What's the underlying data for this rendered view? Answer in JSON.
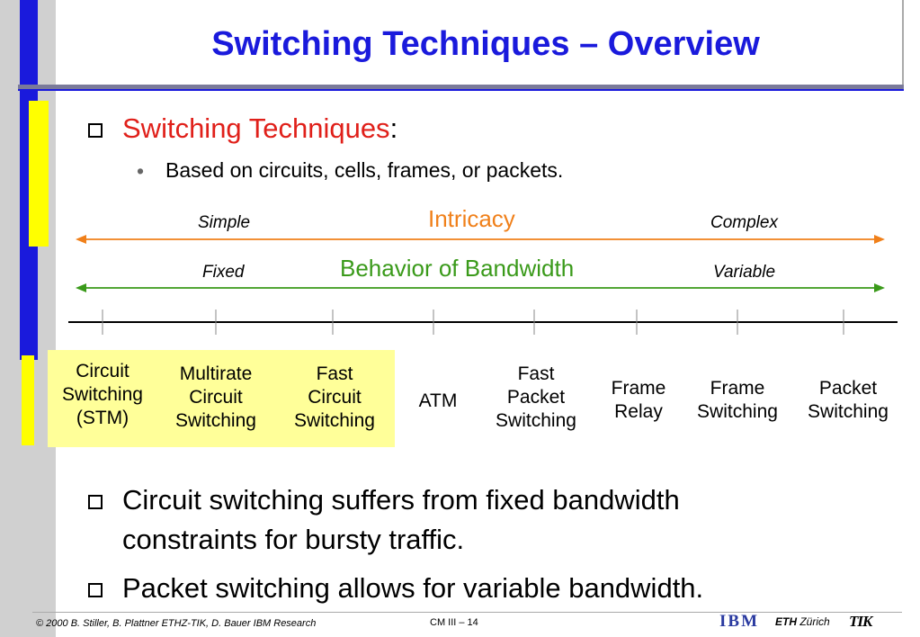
{
  "title": "Switching Techniques – Overview",
  "heading": {
    "red": "Switching Techniques",
    "suffix": ":"
  },
  "sub_bullet": {
    "marker": "•",
    "text": "Based on circuits, cells, frames, or packets."
  },
  "scale1": {
    "left": "Simple",
    "center": "Intricacy",
    "right": "Complex",
    "color": "#f0801a"
  },
  "scale2": {
    "left": "Fixed",
    "center": "Behavior of Bandwidth",
    "right": "Variable",
    "color": "#3a9a1a"
  },
  "techniques": [
    {
      "lines": [
        "Circuit",
        "Switching",
        "(STM)"
      ]
    },
    {
      "lines": [
        "Multirate",
        "Circuit",
        "Switching"
      ]
    },
    {
      "lines": [
        "Fast",
        "Circuit",
        "Switching"
      ]
    },
    {
      "lines": [
        "ATM"
      ]
    },
    {
      "lines": [
        "Fast",
        "Packet",
        "Switching"
      ]
    },
    {
      "lines": [
        "Frame",
        "Relay"
      ]
    },
    {
      "lines": [
        "Frame",
        "Switching"
      ]
    },
    {
      "lines": [
        "Packet",
        "Switching"
      ]
    }
  ],
  "bullets": [
    {
      "line1": "Circuit switching suffers from fixed bandwidth",
      "line2": "constraints for bursty traffic."
    },
    {
      "line1": "Packet switching allows for variable bandwidth."
    }
  ],
  "footer": {
    "copyright": "© 2000  B. Stiller, B. Plattner ETHZ-TIK, D. Bauer IBM Research",
    "page": "CM III – 14",
    "ibm": "IBM",
    "eth_bold": "ETH",
    "eth_rest": " Zürich",
    "tik": "TIK"
  },
  "colors": {
    "title": "#1a1adc",
    "accent_red": "#e0201a",
    "highlight": "#ffff99"
  }
}
